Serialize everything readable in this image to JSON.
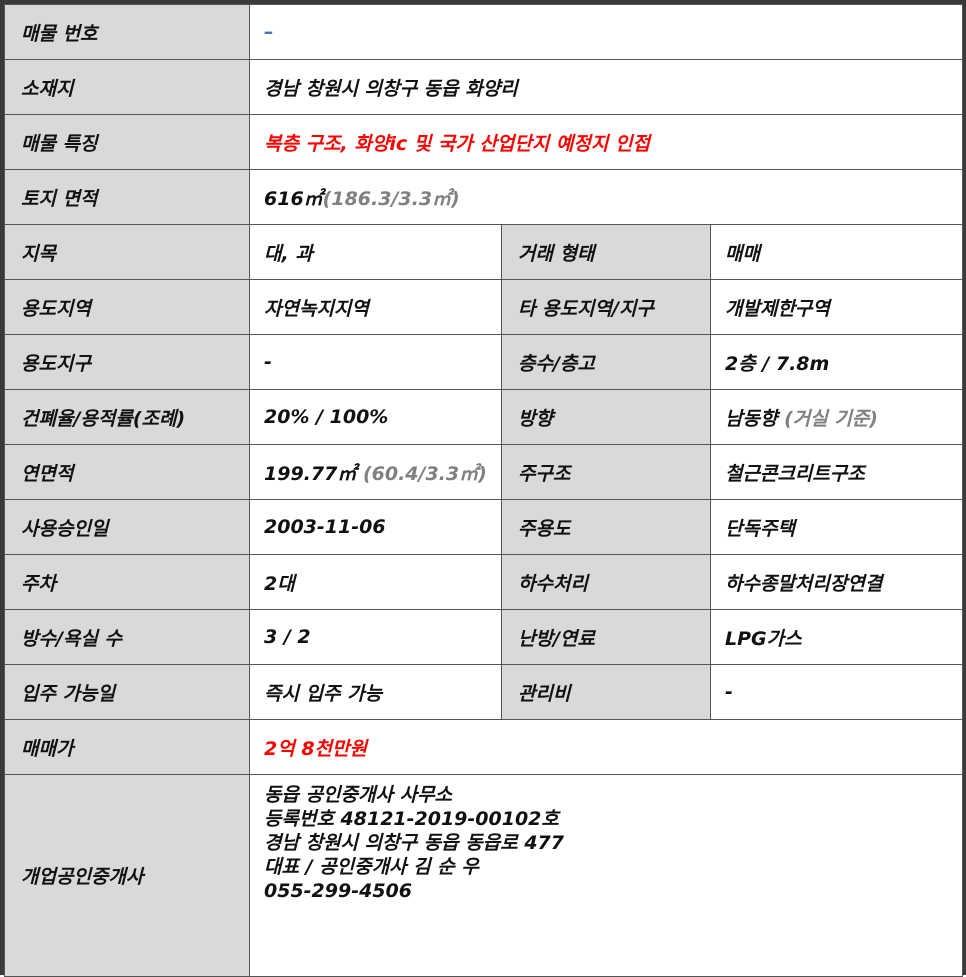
{
  "rows": {
    "property_no": {
      "label": "매물 번호",
      "value": "–"
    },
    "location": {
      "label": "소재지",
      "value": "경남 창원시 의창구 동읍 화양리"
    },
    "features": {
      "label": "매물 특징",
      "value": "복층 구조, 화양ic 및 국가 산업단지 예정지 인접"
    },
    "land_area": {
      "label": "토지 면적",
      "value": "616㎡",
      "sub": "(186.3/3.3㎡)"
    },
    "land_type": {
      "label": "지목",
      "value": "대, 과",
      "label2": "거래 형태",
      "value2": "매매"
    },
    "zoning": {
      "label": "용도지역",
      "value": "자연녹지지역",
      "label2": "타 용도지역/지구",
      "value2": "개발제한구역"
    },
    "district": {
      "label": "용도지구",
      "value": "-",
      "label2": "층수/층고",
      "value2": "2층 / 7.8m"
    },
    "ratio": {
      "label": "건폐율/용적률(조례)",
      "value": "20% / 100%",
      "label2": "방향",
      "value2": "남동향",
      "sub2": "(거실 기준)"
    },
    "floor_area": {
      "label": "연면적",
      "value": "199.77㎡",
      "sub": "(60.4/3.3㎡)",
      "label2": "주구조",
      "value2": "철근콘크리트구조"
    },
    "approval_date": {
      "label": "사용승인일",
      "value": "2003-11-06",
      "label2": "주용도",
      "value2": "단독주택"
    },
    "parking": {
      "label": "주차",
      "value": "2대",
      "label2": "하수처리",
      "value2": "하수종말처리장연결"
    },
    "rooms": {
      "label": "방수/욕실 수",
      "value": "3 / 2",
      "label2": "난방/연료",
      "value2": "LPG가스"
    },
    "move_in": {
      "label": "입주 가능일",
      "value": "즉시 입주 가능",
      "label2": "관리비",
      "value2": "-"
    },
    "price": {
      "label": "매매가",
      "value": "2억 8천만원"
    },
    "agent": {
      "label": "개업공인중개사",
      "lines": [
        "동읍 공인중개사 사무소",
        "등록번호 48121-2019-00102호",
        "경남 창원시 의창구 동읍 동읍로 477",
        "대표 / 공인중개사 김 순 우",
        "055-299-4506"
      ]
    }
  },
  "colors": {
    "label_bg": "#d9d9d9",
    "highlight_red": "#ff0000",
    "placeholder_blue": "#4472c4",
    "secondary_gray": "#808080"
  }
}
